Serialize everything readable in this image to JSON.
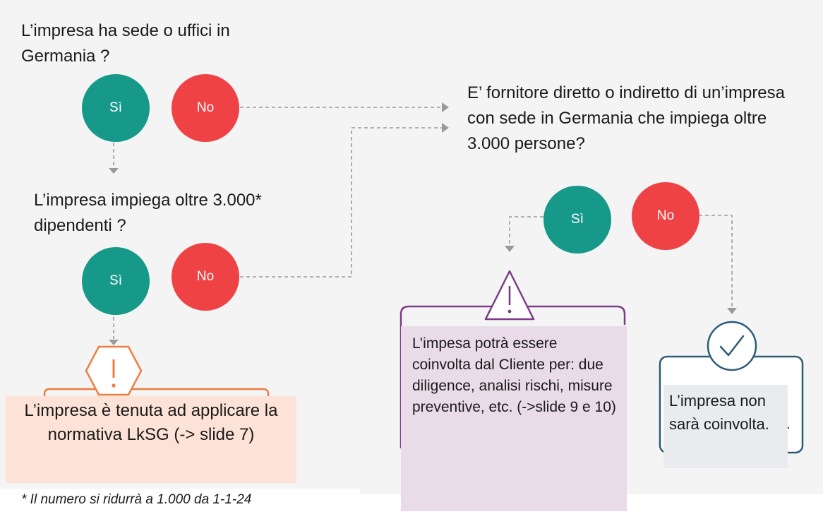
{
  "questions": {
    "q1": "L’impresa ha sede o uffici in Germania ?",
    "q2": "L’impresa impiega oltre 3.000* dipendenti ?",
    "q3": "E’ fornitore diretto o indiretto di un’impresa con sede in Germania che impiega oltre 3.000 persone?"
  },
  "answers": {
    "yes": "Sì",
    "no": "No"
  },
  "outcomes": {
    "applies": "L’impresa è tenuta ad applicare la normativa LkSG (-> slide 7)",
    "involved": "L’impesa potrà essere coinvolta dal Cliente per: due diligence, analisi rischi, misure preventive, etc. (->slide 9 e 10)",
    "not_involved": "L’impresa non sarà coinvolta.",
    "not_involved_fragment": "d."
  },
  "footnote": "* Il numero si ridurrà a 1.000 da 1-1-24",
  "colors": {
    "yes": "#17998a",
    "no": "#ef4244",
    "warning_orange": "#f07c3e",
    "warning_purple": "#7b3b86",
    "check_blue": "#2d5b79",
    "connector": "#9a9a9a"
  },
  "icons": [
    "warning-hexagon-icon",
    "warning-triangle-icon",
    "check-circle-icon",
    "arrow-right-icon",
    "arrow-down-icon"
  ]
}
